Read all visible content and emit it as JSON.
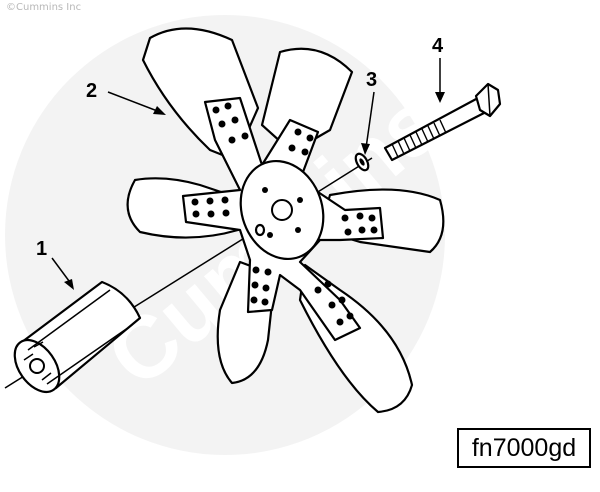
{
  "copyright": "©Cummins Inc",
  "watermark": "Cummins",
  "reference_code": "fn7000gd",
  "callouts": [
    {
      "id": "1",
      "label": "1"
    },
    {
      "id": "2",
      "label": "2"
    },
    {
      "id": "3",
      "label": "3"
    },
    {
      "id": "4",
      "label": "4"
    }
  ],
  "colors": {
    "ink": "#000000",
    "watermark": "#eeeeee",
    "background": "#ffffff"
  }
}
